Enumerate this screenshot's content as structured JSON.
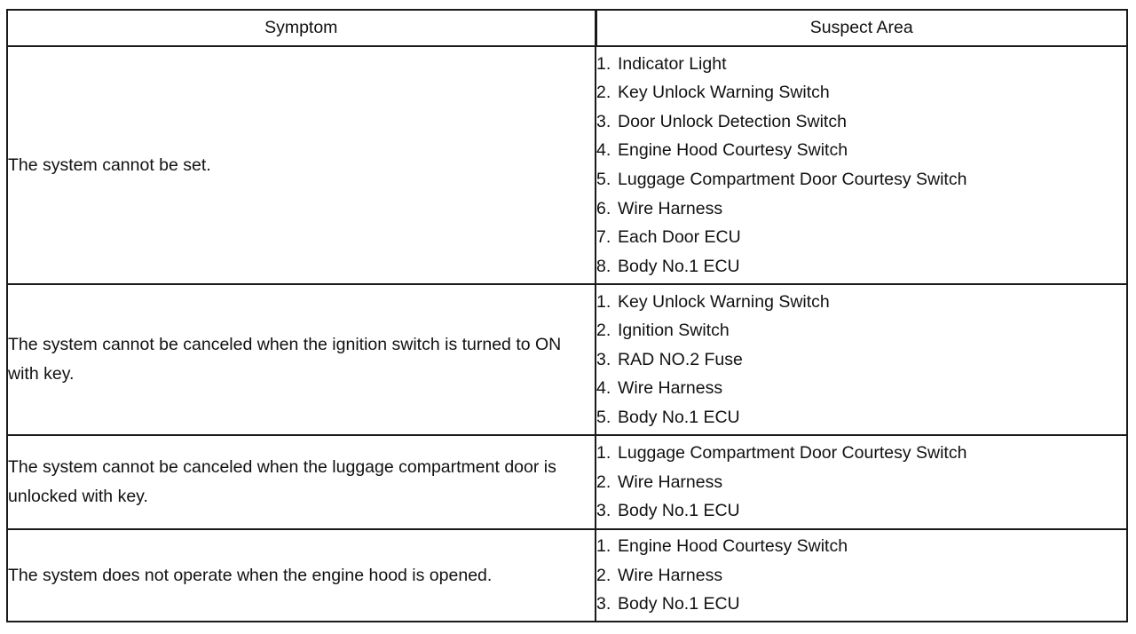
{
  "table": {
    "headers": {
      "symptom": "Symptom",
      "suspect_area": "Suspect Area"
    },
    "rows": [
      {
        "symptom": "The system cannot be set.",
        "suspect_areas": [
          {
            "no": "1.",
            "text": "Indicator Light"
          },
          {
            "no": "2.",
            "text": "Key Unlock Warning Switch"
          },
          {
            "no": "3.",
            "text": "Door Unlock Detection Switch"
          },
          {
            "no": "4.",
            "text": "Engine Hood Courtesy Switch"
          },
          {
            "no": "5.",
            "text": "Luggage Compartment Door Courtesy Switch"
          },
          {
            "no": "6.",
            "text": "Wire Harness"
          },
          {
            "no": "7.",
            "text": "Each Door ECU"
          },
          {
            "no": "8.",
            "text": "Body No.1 ECU"
          }
        ]
      },
      {
        "symptom": "The system cannot be canceled when the ignition switch is turned to ON with key.",
        "suspect_areas": [
          {
            "no": "1.",
            "text": "Key Unlock Warning Switch"
          },
          {
            "no": "2.",
            "text": "Ignition Switch"
          },
          {
            "no": "3.",
            "text": "RAD NO.2 Fuse"
          },
          {
            "no": "4.",
            "text": "Wire Harness"
          },
          {
            "no": "5.",
            "text": "Body No.1 ECU"
          }
        ]
      },
      {
        "symptom": "The system cannot be canceled when the luggage compartment door is unlocked with key.",
        "suspect_areas": [
          {
            "no": "1.",
            "text": "Luggage Compartment Door Courtesy Switch"
          },
          {
            "no": "2.",
            "text": "Wire Harness"
          },
          {
            "no": "3.",
            "text": "Body No.1 ECU"
          }
        ]
      },
      {
        "symptom": "The system does not operate when the engine hood is opened.",
        "suspect_areas": [
          {
            "no": "1.",
            "text": "Engine Hood Courtesy Switch"
          },
          {
            "no": "2.",
            "text": "Wire Harness"
          },
          {
            "no": "3.",
            "text": "Body No.1 ECU"
          }
        ]
      }
    ]
  }
}
